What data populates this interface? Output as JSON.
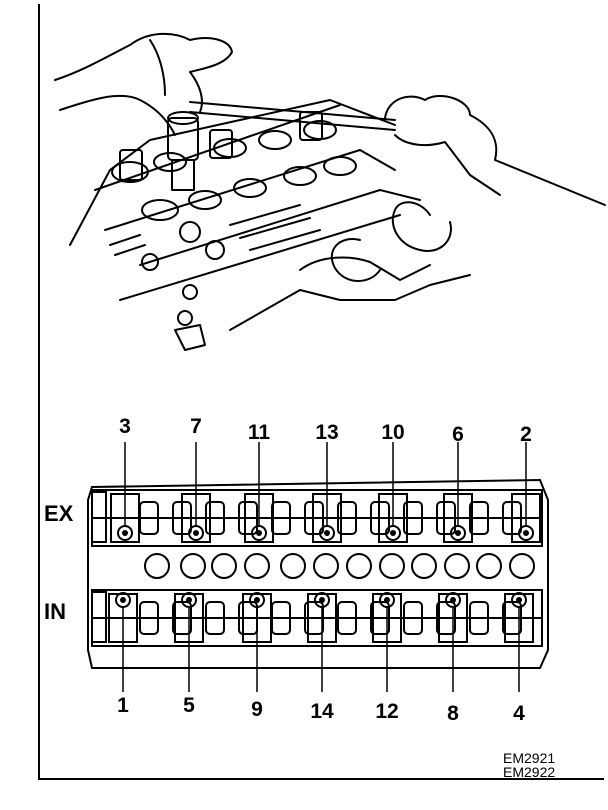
{
  "side_labels": {
    "exhaust": "EX",
    "intake": "IN"
  },
  "top_numbers": [
    "3",
    "7",
    "11",
    "13",
    "10",
    "6",
    "2"
  ],
  "bottom_numbers": [
    "1",
    "5",
    "9",
    "14",
    "12",
    "8",
    "4"
  ],
  "figure_codes": [
    "EM2921",
    "EM2922"
  ]
}
